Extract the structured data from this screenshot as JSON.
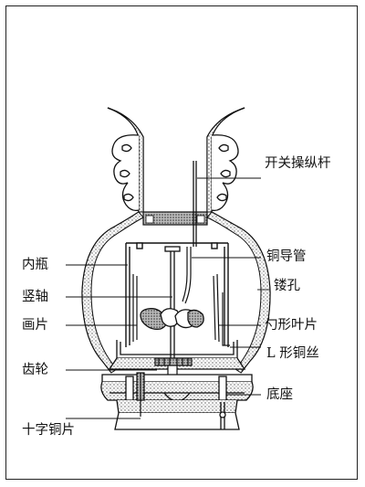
{
  "labels": {
    "switch_rod": "开关操纵杆",
    "copper_tube": "铜导管",
    "inner_vase": "内瓶",
    "hollow_holes": "镂孔",
    "vertical_shaft": "竖轴",
    "picture_sheet": "画片",
    "spoon_blade": "勺形叶片",
    "l_wire": "L 形铜丝",
    "gear": "齿轮",
    "base": "底座",
    "cross_plate": "十字铜片"
  },
  "colors": {
    "ink": "#111111",
    "hatch": "#555555",
    "paper": "#ffffff"
  }
}
